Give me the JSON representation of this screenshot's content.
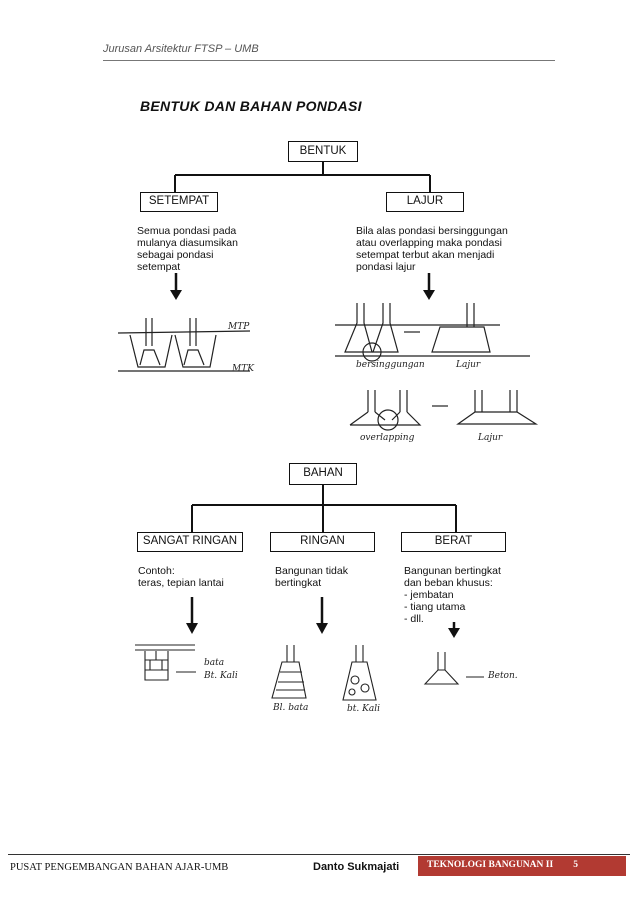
{
  "header": {
    "text": "Jurusan Arsitektur FTSP – UMB"
  },
  "title": "BENTUK DAN BAHAN PONDASI",
  "bentuk": {
    "root_label": "BENTUK",
    "setempat": {
      "label": "SETEMPAT",
      "desc": [
        "Semua pondasi pada",
        "mulanya diasumsikan",
        "sebagai pondasi",
        "setempat"
      ],
      "sketch_labels": {
        "mtp": "MTP",
        "mtk": "MTK"
      }
    },
    "lajur": {
      "label": "LAJUR",
      "desc": [
        "Bila alas pondasi bersinggungan",
        "atau overlapping maka pondasi",
        "setempat terbut akan menjadi",
        "pondasi lajur"
      ],
      "sketch_labels": {
        "bersinggungan": "bersinggungan",
        "lajur1": "Lajur",
        "overlapping": "overlapping",
        "lajur2": "Lajur"
      }
    }
  },
  "bahan": {
    "root_label": "BAHAN",
    "sangat_ringan": {
      "label": "SANGAT RINGAN",
      "desc": [
        "Contoh:",
        "teras, tepian lantai"
      ],
      "sketch_labels": {
        "bata": "bata",
        "bt_kali": "Bt. Kali"
      }
    },
    "ringan": {
      "label": "RINGAN",
      "desc": [
        "Bangunan tidak",
        "bertingkat"
      ],
      "sketch_labels": {
        "bl_bata": "Bl. bata",
        "bt_kali": "bt. Kali"
      }
    },
    "berat": {
      "label": "BERAT",
      "desc": [
        "Bangunan bertingkat",
        "dan beban khusus:",
        "- jembatan",
        "- tiang utama",
        "- dll."
      ],
      "sketch_labels": {
        "beton": "Beton."
      }
    }
  },
  "footer": {
    "left": "PUSAT PENGEMBANGAN BAHAN AJAR-UMB",
    "author": "Danto Sukmajati",
    "course": "TEKNOLOGI BANGUNAN II",
    "page": "5",
    "accent_color": "#b23a32"
  }
}
